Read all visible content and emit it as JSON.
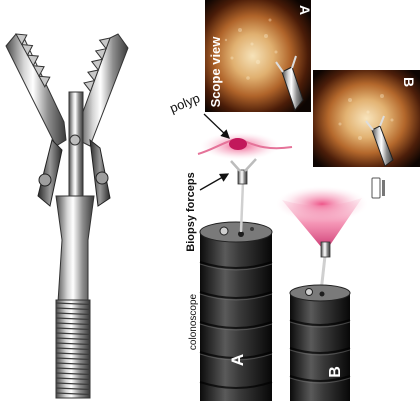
{
  "labels": {
    "scope_view": "Scope view",
    "photo_a_label": "A",
    "photo_b_label": "B",
    "polyp": "polyp",
    "biopsy_forceps": "Biopsy forceps",
    "colonoscope": "colonoscope",
    "scope_a_label": "A",
    "scope_b_label": "B"
  },
  "colors": {
    "background": "#ffffff",
    "polyp_pink": "#d81b60",
    "tissue_orange": "#d89a55",
    "scope_dark": "#1a1a1a",
    "metal_light": "#e8e8e8"
  }
}
